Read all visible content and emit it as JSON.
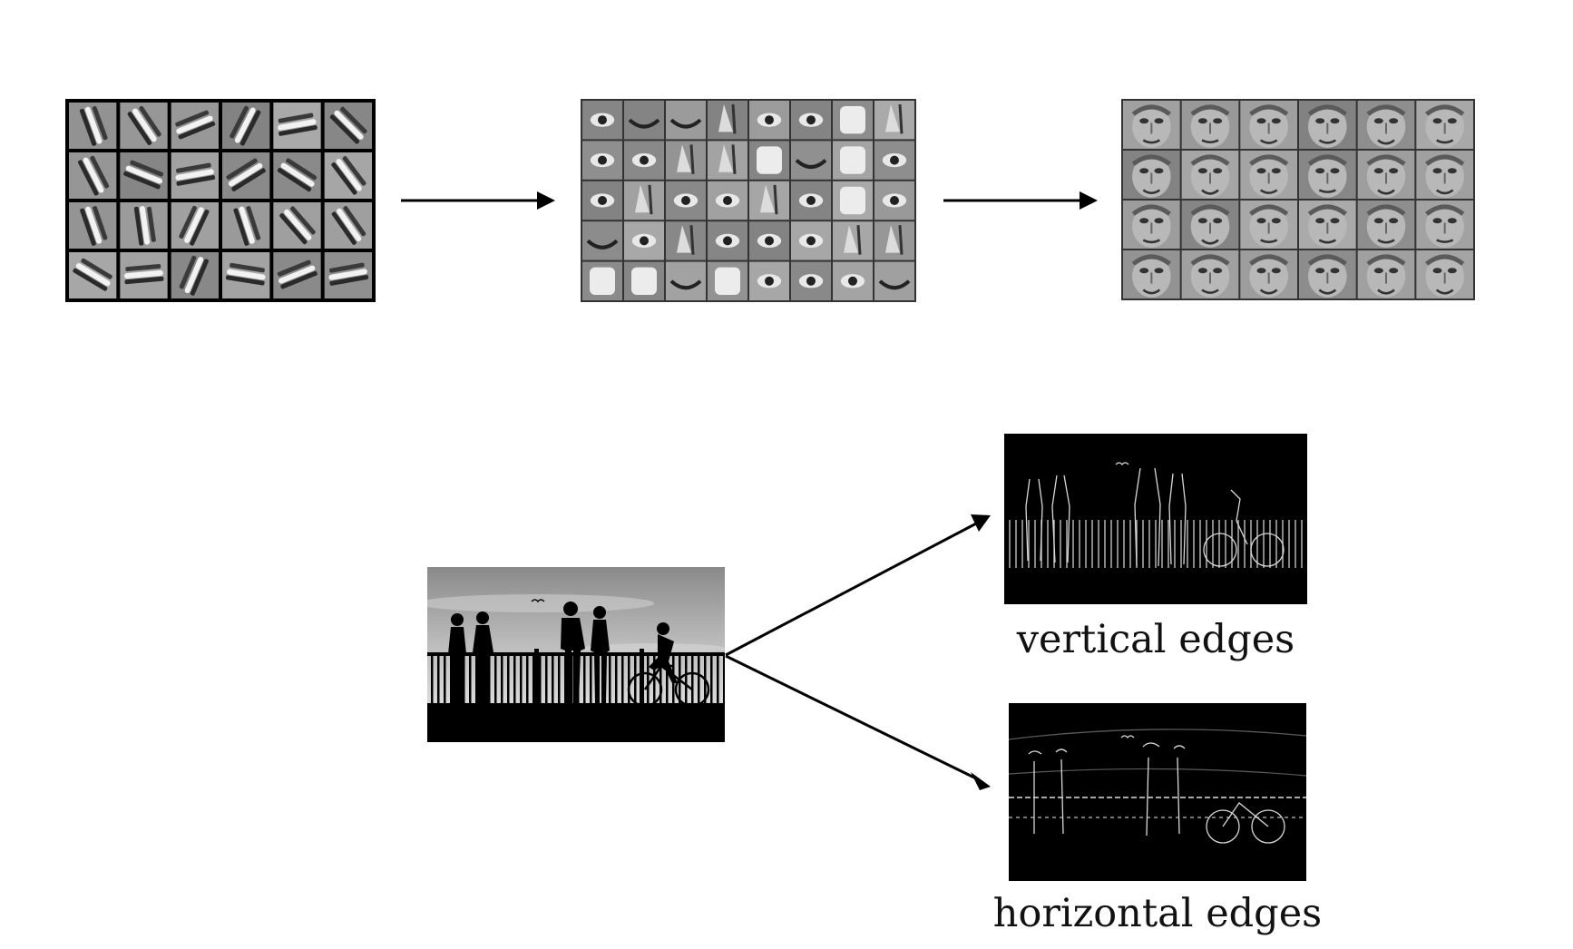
{
  "feature_hierarchy": {
    "stages": [
      {
        "id": "edge-filters",
        "grid": {
          "rows": 4,
          "cols": 6
        }
      },
      {
        "id": "face-parts",
        "grid": {
          "rows": 5,
          "cols": 8
        }
      },
      {
        "id": "face-templates",
        "grid": {
          "rows": 4,
          "cols": 6
        }
      }
    ]
  },
  "edge_detection": {
    "outputs": [
      {
        "id": "vertical",
        "caption": "vertical edges"
      },
      {
        "id": "horizontal",
        "caption": "horizontal edges"
      }
    ]
  }
}
